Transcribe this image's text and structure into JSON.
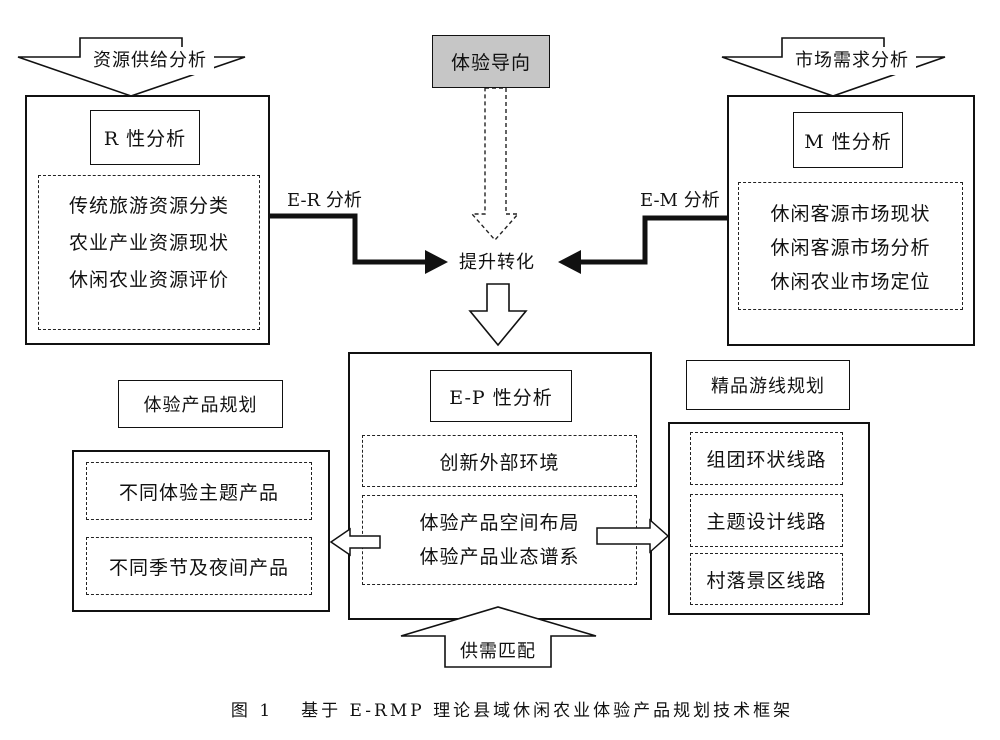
{
  "diagram": {
    "supply_arrow": {
      "label": "资源供给分析"
    },
    "demand_arrow": {
      "label": "市场需求分析"
    },
    "experience_orientation": {
      "label": "体验导向"
    },
    "r_analysis": {
      "title": "R 性分析",
      "items": [
        "传统旅游资源分类",
        "农业产业资源现状",
        "休闲农业资源评价"
      ]
    },
    "m_analysis": {
      "title": "M 性分析",
      "items": [
        "休闲客源市场现状",
        "休闲客源市场分析",
        "休闲农业市场定位"
      ]
    },
    "er_label": "E-R 分析",
    "em_label": "E-M 分析",
    "upgrade_transform": "提升转化",
    "ep_analysis": {
      "title": "E-P 性分析",
      "environment": "创新外部环境",
      "items": [
        "体验产品空间布局",
        "体验产品业态谱系"
      ]
    },
    "supply_demand_match": "供需匹配",
    "product_planning": {
      "title": "体验产品规划",
      "items": [
        "不同体验主题产品",
        "不同季节及夜间产品"
      ]
    },
    "route_planning": {
      "title": "精品游线规划",
      "items": [
        "组团环状线路",
        "主题设计线路",
        "村落景区线路"
      ]
    }
  },
  "caption": {
    "figure_number": "图 1",
    "title": "基于 E-RMP 理论县域休闲农业体验产品规划技术框架"
  },
  "colors": {
    "orientation_fill": "#c6c6c6",
    "line": "#111111"
  }
}
